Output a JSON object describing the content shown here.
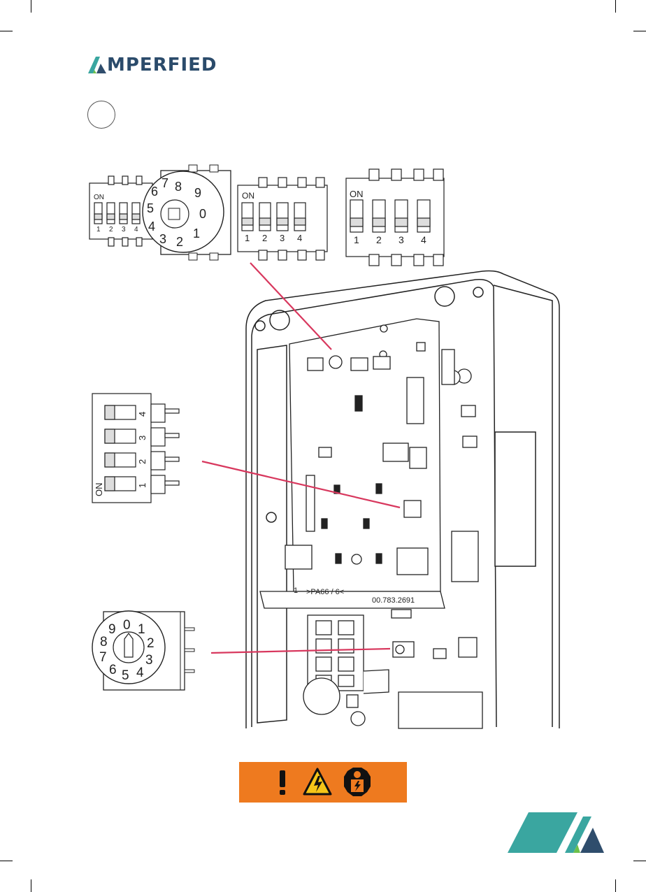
{
  "brand": {
    "name": "AMPERFIED",
    "logo_text": "MPERFIED",
    "color": "#2b4b6b",
    "accent_teal": "#3aa6a0",
    "accent_navy": "#2f4d6c",
    "accent_green": "#6cc04a"
  },
  "step": {
    "number_label": ""
  },
  "dip_switch_top_left": {
    "on_label": "ON",
    "positions": [
      "1",
      "2",
      "3",
      "4"
    ]
  },
  "rotary_switch_top": {
    "digits": [
      "8",
      "9",
      "0",
      "1",
      "2",
      "3",
      "4",
      "5",
      "6",
      "7"
    ]
  },
  "dip_switch_top_mid": {
    "on_label": "ON",
    "positions": [
      "1",
      "2",
      "3",
      "4"
    ]
  },
  "dip_switch_top_right": {
    "on_label": "ON",
    "positions": [
      "1",
      "2",
      "3",
      "4"
    ]
  },
  "dip_switch_left": {
    "on_label": "ON",
    "positions": [
      "1",
      "2",
      "3",
      "4"
    ]
  },
  "rotary_switch_bottom": {
    "digits": [
      "0",
      "1",
      "2",
      "3",
      "4",
      "5",
      "6",
      "7",
      "8",
      "9"
    ]
  },
  "board_markings": {
    "material": ">PA66 / 6<",
    "part_number": "00.783.2691",
    "marker": "1"
  },
  "warning_banner": {
    "color": "#ee7a1f",
    "icons": [
      "exclamation-icon",
      "high-voltage-icon",
      "electrician-icon"
    ]
  },
  "callout_line_color": "#d8385e"
}
